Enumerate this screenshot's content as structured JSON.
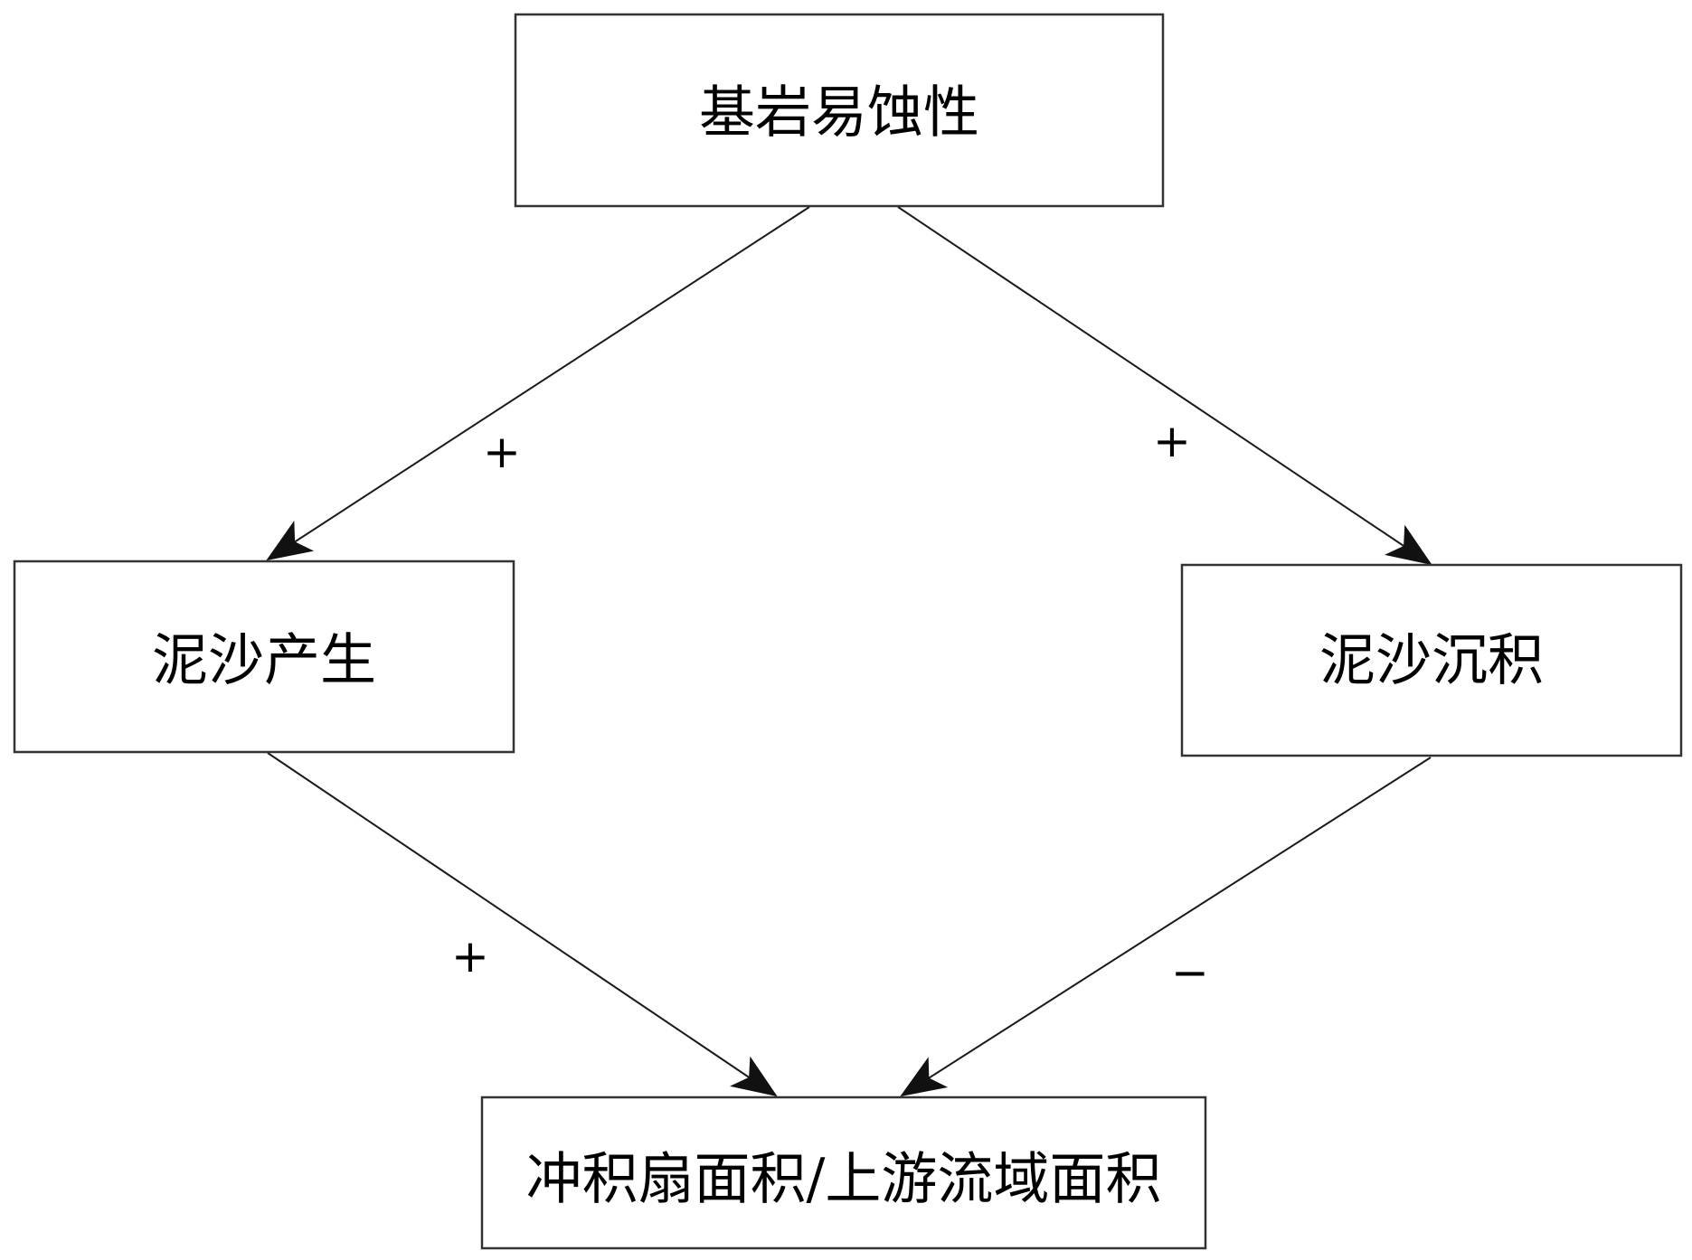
{
  "diagram": {
    "nodes": {
      "bedrock_erodibility": "基岩易蚀性",
      "sediment_production": "泥沙产生",
      "sediment_deposition": "泥沙沉积",
      "fan_ratio": "冲积扇面积/上游流域面积"
    },
    "edges": [
      {
        "from": "bedrock_erodibility",
        "to": "sediment_production",
        "sign": "+"
      },
      {
        "from": "bedrock_erodibility",
        "to": "sediment_deposition",
        "sign": "+"
      },
      {
        "from": "sediment_production",
        "to": "fan_ratio",
        "sign": "+"
      },
      {
        "from": "sediment_deposition",
        "to": "fan_ratio",
        "sign": "−"
      }
    ]
  }
}
